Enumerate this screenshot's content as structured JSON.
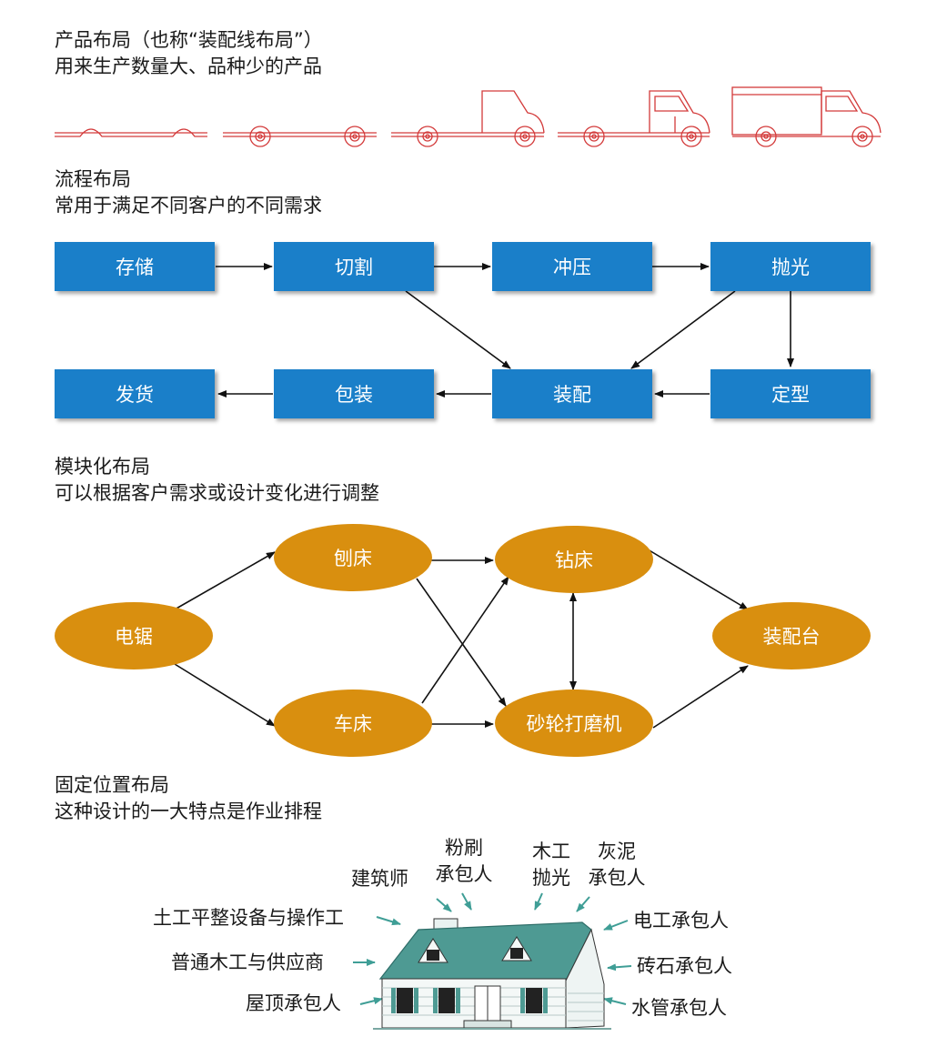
{
  "product": {
    "title": "产品布局（也称“装配线布局”）",
    "subtitle": "用来生产数量大、品种少的产品"
  },
  "process": {
    "title": "流程布局",
    "subtitle": "常用于满足不同客户的不同需求",
    "boxes": {
      "storage": "存储",
      "cutting": "切割",
      "stamping": "冲压",
      "polishing": "抛光",
      "shipping": "发货",
      "packing": "包装",
      "assembly": "装配",
      "shaping": "定型"
    },
    "colors": {
      "box": "#1a7fc9"
    }
  },
  "modular": {
    "title": "模块化布局",
    "subtitle": "可以根据客户需求或设计变化进行调整",
    "nodes": {
      "saw": "电锯",
      "planer": "刨床",
      "lathe": "车床",
      "drill": "钻床",
      "grinder": "砂轮打磨机",
      "assembly_bench": "装配台"
    },
    "colors": {
      "node": "#d98f0f"
    }
  },
  "fixed": {
    "title": "固定位置布局",
    "subtitle": "这种设计的一大特点是作业排程",
    "labels": {
      "plaster": "粉刷\n承包人",
      "carpentry_polish": "木工\n抛光",
      "lime": "灰泥\n承包人",
      "architect": "建筑师",
      "earthwork": "土工平整设备与操作工",
      "electric": "电工承包人",
      "general": "普通木工与供应商",
      "masonry": "砖石承包人",
      "roof": "屋顶承包人",
      "plumbing": "水管承包人"
    },
    "colors": {
      "arrow": "#3f9e96",
      "house": "#5a9e97"
    }
  }
}
